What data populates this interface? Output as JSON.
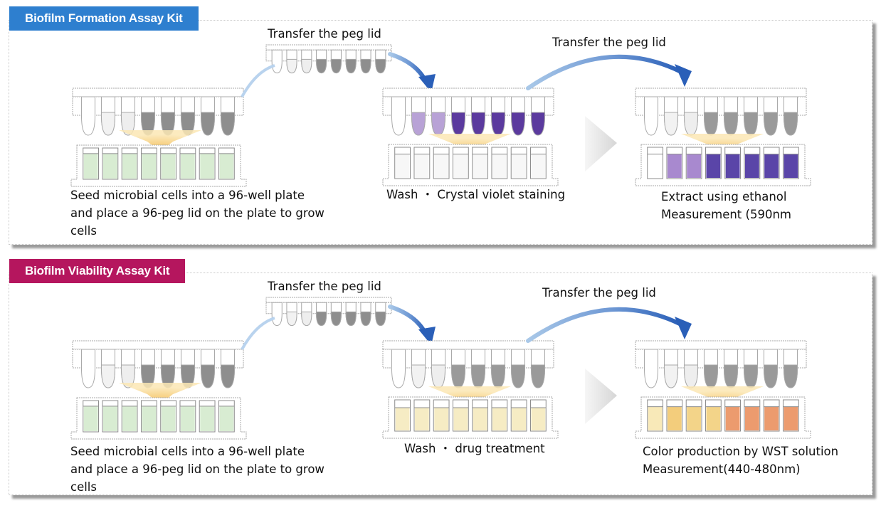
{
  "sections": [
    {
      "title": "Biofilm Formation Assay Kit",
      "title_color": "#2e7fcf",
      "transfer_label_1": "Transfer the peg lid",
      "transfer_label_2": "Transfer the peg lid",
      "steps": [
        {
          "caption": "Seed microbial cells into a 96-well plate\nand place a 96-peg lid on the plate to grow\ncells",
          "peg_colors": [
            "#ffffff",
            "#f2f2f2",
            "#eeeeee",
            "#8e8e8e",
            "#8e8e8e",
            "#8e8e8e",
            "#8e8e8e",
            "#8e8e8e"
          ],
          "well_colors": [
            "#d8ecd2",
            "#d8ecd2",
            "#d8ecd2",
            "#d8ecd2",
            "#d8ecd2",
            "#d8ecd2",
            "#d8ecd2",
            "#d8ecd2"
          ]
        },
        {
          "caption": "Wash ・ Crystal violet staining",
          "peg_colors": [
            "#ffffff",
            "#b8a2d6",
            "#b8a2d6",
            "#5b3a9e",
            "#5b3a9e",
            "#5b3a9e",
            "#5b3a9e",
            "#5b3a9e"
          ],
          "well_colors": [
            "#f7f7f7",
            "#f7f7f7",
            "#f7f7f7",
            "#f7f7f7",
            "#f7f7f7",
            "#f7f7f7",
            "#f7f7f7",
            "#f7f7f7"
          ]
        },
        {
          "caption": "Extract using ethanol\nMeasurement (590nm",
          "peg_colors": [
            "#ffffff",
            "#f2f2f2",
            "#eeeeee",
            "#9a9a9a",
            "#9a9a9a",
            "#9a9a9a",
            "#9a9a9a",
            "#9a9a9a"
          ],
          "well_colors": [
            "#ffffff",
            "#a889cf",
            "#a889cf",
            "#5a45a8",
            "#5a45a8",
            "#5a45a8",
            "#5a45a8",
            "#5a45a8"
          ]
        }
      ]
    },
    {
      "title": "Biofilm Viability Assay Kit",
      "title_color": "#b5165e",
      "transfer_label_1": "Transfer the peg lid",
      "transfer_label_2": "Transfer the peg lid",
      "steps": [
        {
          "caption": "Seed microbial cells into a 96-well plate\nand place a 96-peg lid on the plate to grow\ncells",
          "peg_colors": [
            "#ffffff",
            "#f2f2f2",
            "#eeeeee",
            "#8e8e8e",
            "#8e8e8e",
            "#8e8e8e",
            "#8e8e8e",
            "#8e8e8e"
          ],
          "well_colors": [
            "#d8ecd2",
            "#d8ecd2",
            "#d8ecd2",
            "#d8ecd2",
            "#d8ecd2",
            "#d8ecd2",
            "#d8ecd2",
            "#d8ecd2"
          ]
        },
        {
          "caption": "Wash ・ drug treatment",
          "peg_colors": [
            "#ffffff",
            "#f2f2f2",
            "#eeeeee",
            "#9a9a9a",
            "#9a9a9a",
            "#9a9a9a",
            "#9a9a9a",
            "#9a9a9a"
          ],
          "well_colors": [
            "#f6ecc4",
            "#f6ecc4",
            "#f6ecc4",
            "#f6ecc4",
            "#f6ecc4",
            "#f6ecc4",
            "#f6ecc4",
            "#f6ecc4"
          ]
        },
        {
          "caption": "Color production by WST solution\nMeasurement(440-480nm)",
          "peg_colors": [
            "#ffffff",
            "#f2f2f2",
            "#eeeeee",
            "#9a9a9a",
            "#9a9a9a",
            "#9a9a9a",
            "#9a9a9a",
            "#9a9a9a"
          ],
          "well_colors": [
            "#f8e9b8",
            "#f3cd7c",
            "#f3d489",
            "#f3d489",
            "#ec9b6e",
            "#ec9b6e",
            "#ec9b6e",
            "#ec9b6e"
          ]
        }
      ]
    }
  ],
  "colors": {
    "arrow_blue": "#2a5fb8",
    "arrow_light": "#a9c8e8",
    "funnel_yellow": "#f7cd72",
    "gray_arrow": "#d6d6d6",
    "outline": "#a8a8a8"
  }
}
